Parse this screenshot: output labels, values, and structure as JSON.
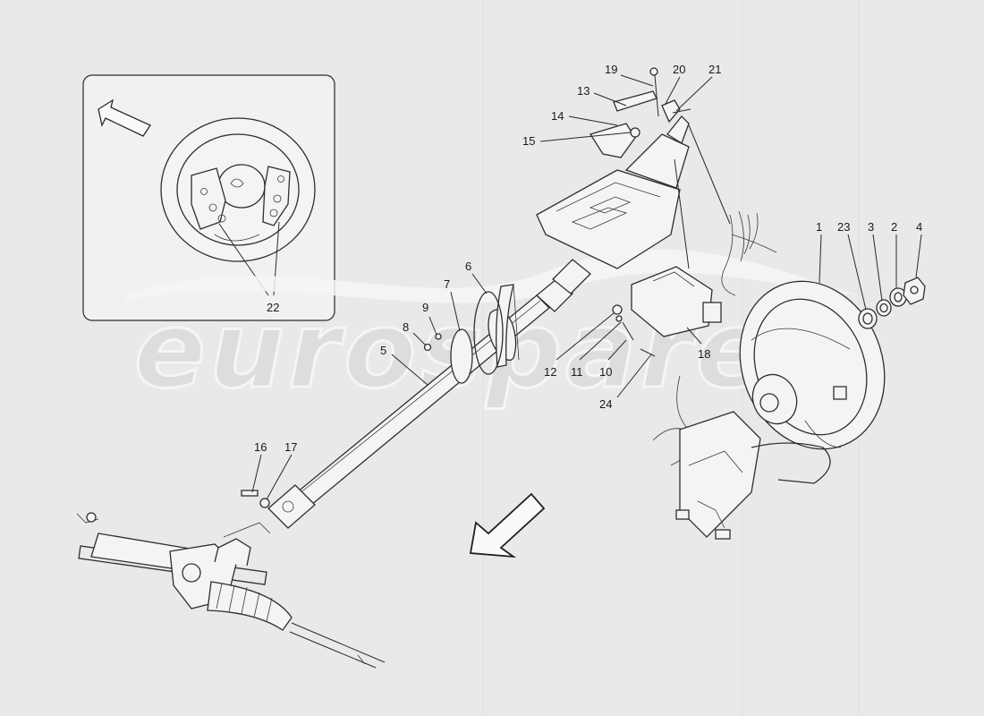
{
  "watermark": {
    "text": "eurospares"
  },
  "inset": {
    "callout": "22"
  },
  "callouts": {
    "c1": "1",
    "c2": "2",
    "c3": "3",
    "c4": "4",
    "c5": "5",
    "c6": "6",
    "c7": "7",
    "c8": "8",
    "c9": "9",
    "c10": "10",
    "c11": "11",
    "c12": "12",
    "c13": "13",
    "c14": "14",
    "c15": "15",
    "c16": "16",
    "c17": "17",
    "c18": "18",
    "c19": "19",
    "c20": "20",
    "c21": "21",
    "c23": "23",
    "c24": "24"
  },
  "colors": {
    "background": "#e9e9e9",
    "line": "#2a2a2a",
    "watermark": "#dcdcdc"
  }
}
